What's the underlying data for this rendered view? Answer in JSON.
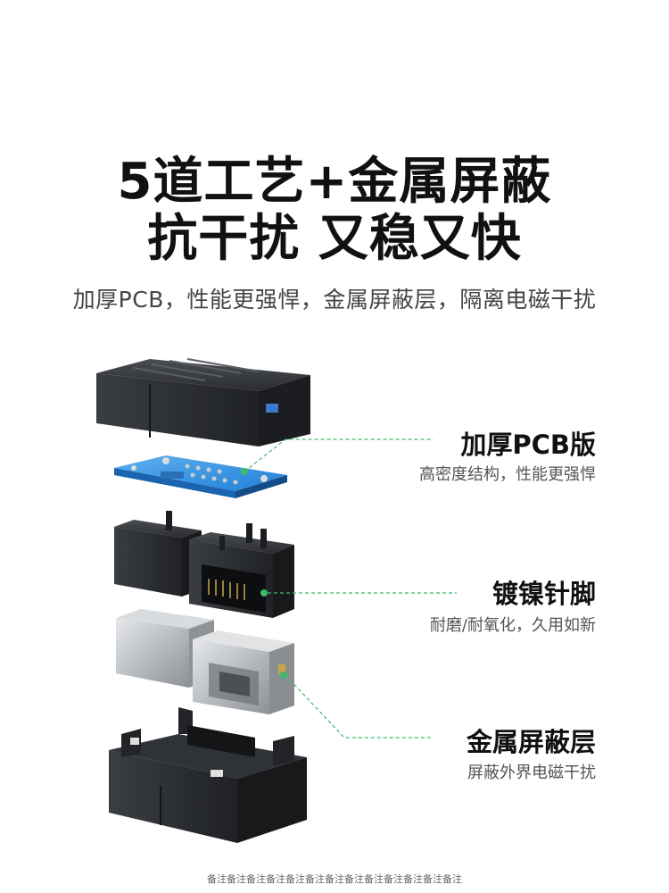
{
  "headline": {
    "line1": "5道工艺+金属屏蔽",
    "line2": "抗干扰 又稳又快"
  },
  "subtitle": "加厚PCB，性能更强悍，金属屏蔽层，隔离电磁干扰",
  "callouts": [
    {
      "title": "加厚PCB版",
      "description": "高密度结构，性能更强悍"
    },
    {
      "title": "镀镍针脚",
      "description": "耐磨/耐氧化，久用如新"
    },
    {
      "title": "金属屏蔽层",
      "description": "屏蔽外界电磁干扰"
    }
  ],
  "footnote": "备注备注备注备注备注备注备注备注备注备注备注备注备注",
  "colors": {
    "accent_green": "#3dbb6b",
    "pcb_blue": "#2f8fe0",
    "housing_dark": "#2b2d30",
    "metal_silver": "#b8bcc0"
  }
}
